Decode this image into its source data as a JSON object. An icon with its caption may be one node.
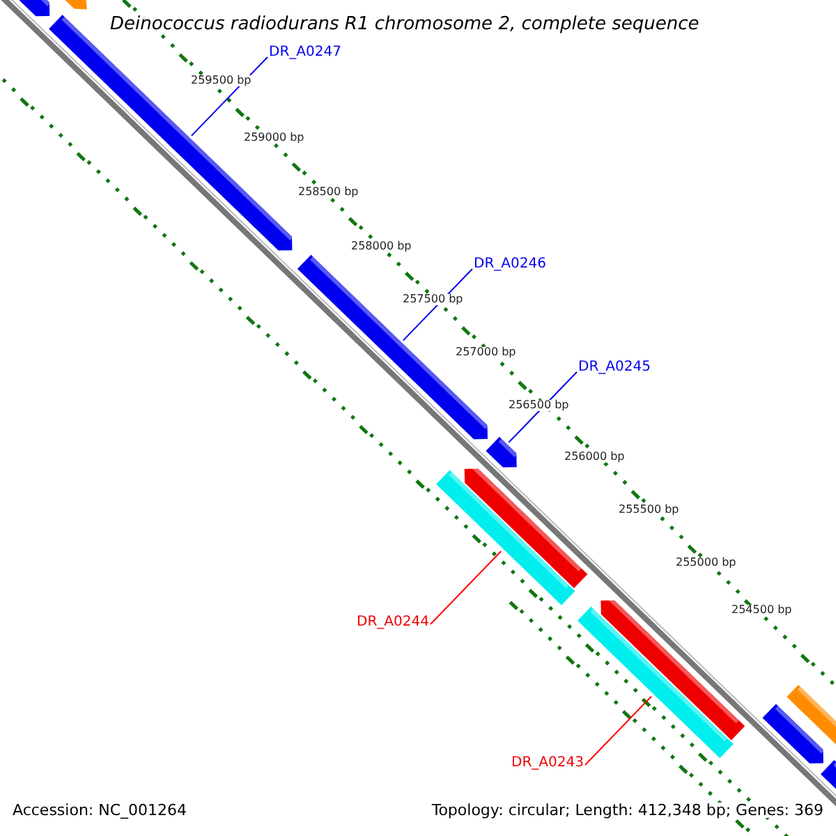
{
  "diagram": {
    "title": "Deinococcus radiodurans R1 chromosome 2, complete sequence",
    "nodes": [
      {
        "text": [
          "DR_A0247"
        ]
      },
      {
        "text": [],
        "shape": "bar"
      },
      {
        "text": [
          "DR_A0246"
        ]
      },
      {
        "text": [],
        "shape": "bar"
      },
      {
        "text": [
          "DR_A0245"
        ]
      },
      {
        "text": [],
        "shape": "bar"
      },
      {
        "text": [
          "DR_A0244"
        ]
      },
      {
        "text": [],
        "shape": "bar"
      },
      {
        "text": [
          "DR_A0243"
        ]
      },
      {
        "text": [],
        "shape": "bar"
      }
    ],
    "edges": [
      {
        "from": 0,
        "to": 1,
        "arrow": "none"
      },
      {
        "from": 2,
        "to": 3,
        "arrow": "none"
      },
      {
        "from": 4,
        "to": 5,
        "arrow": "none"
      },
      {
        "from": 6,
        "to": 7,
        "arrow": "none",
        "color": "#ff0000"
      },
      {
        "from": 8,
        "to": 9,
        "arrow": "none",
        "color": "#ff0000"
      }
    ],
    "labels": [
      "259500 bp",
      "259000 bp",
      "258500 bp",
      "258000 bp",
      "257500 bp",
      "257000 bp",
      "256500 bp",
      "256000 bp",
      "255500 bp",
      "255000 bp",
      "254500 bp",
      "Accession: NC_001264",
      "Topology: circular; Length: 412,348 bp; Genes: 369"
    ]
  }
}
